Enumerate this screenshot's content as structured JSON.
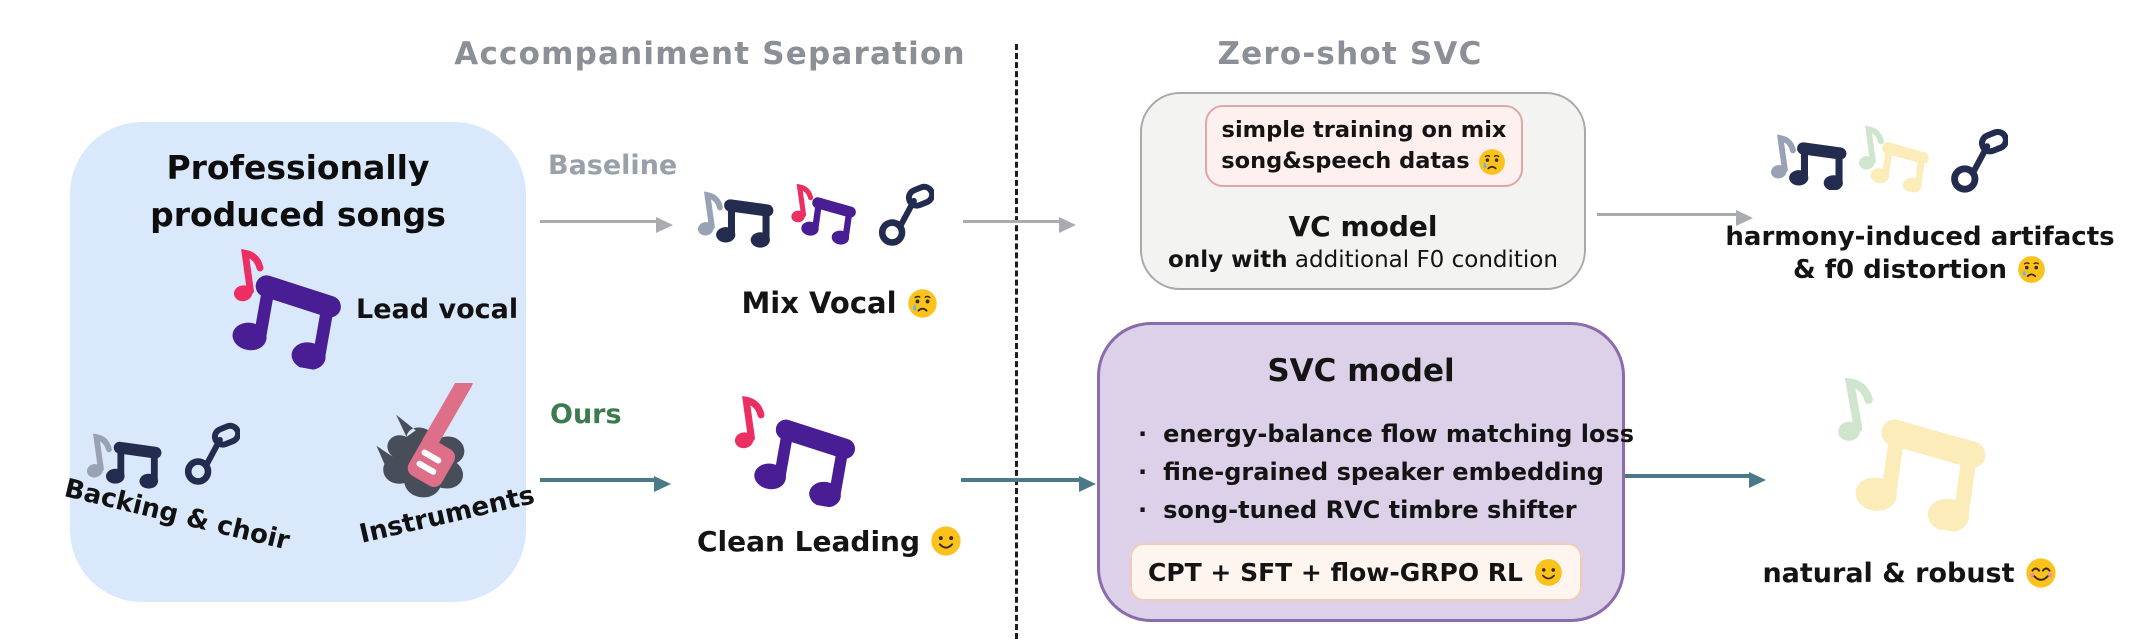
{
  "headers": {
    "accompaniment": "Accompaniment Separation",
    "zero_shot": "Zero-shot SVC"
  },
  "source_panel": {
    "title_line1": "Professionally",
    "title_line2": "produced songs",
    "lead_vocal_label": "Lead vocal",
    "backing_label": "Backing & choir",
    "instruments_label": "Instruments"
  },
  "baseline_flow": {
    "arrow_label": "Baseline",
    "result_label": "Mix Vocal",
    "result_emoji": "crying-face"
  },
  "ours_flow": {
    "arrow_label": "Ours",
    "result_label": "Clean Leading",
    "result_emoji": "slightly-smiling-face"
  },
  "vc_model_box": {
    "note_line1": "simple training on mix",
    "note_line2": "song&speech datas",
    "note_emoji": "crying-face",
    "title": "VC model",
    "subtitle_bold": "only with",
    "subtitle_rest": " additional F0 condition"
  },
  "vc_result": {
    "line1": "harmony-induced artifacts",
    "line2": "& f0 distortion",
    "emoji": "crying-face"
  },
  "svc_model_box": {
    "title": "SVC model",
    "bullets": [
      "energy-balance flow matching loss",
      "fine-grained speaker embedding",
      "song-tuned RVC timbre shifter"
    ],
    "pipeline_label": "CPT + SFT + flow-GRPO RL",
    "pipeline_emoji": "slightly-smiling-face"
  },
  "svc_result": {
    "label": "natural & robust",
    "emoji": "smiling-face-with-smiling-eyes"
  },
  "colors": {
    "panel_blue": "#d9e9fb",
    "note_purple": "#491d94",
    "note_pink": "#ed2e63",
    "note_navy": "#232c4e",
    "note_gray": "#99a2b4",
    "note_pale_yellow": "#fbecb9",
    "note_pale_green": "#cfe5cd",
    "arrow_gray": "#a8abaf",
    "arrow_teal": "#4a7a89",
    "ours_green": "#3d7a4f",
    "header_gray": "#8b8f96",
    "vc_box_bg": "#f3f3f2",
    "vc_box_border": "#a9a9a9",
    "pink_card_bg": "#fdf0ee",
    "pink_card_border": "#e2a6a6",
    "svc_box_bg": "#ddd1e9",
    "svc_box_border": "#8b6bab",
    "cream_card_bg": "#fef5ee",
    "cream_card_border": "#f3cbbb",
    "emoji_yellow": "#fcc21c"
  }
}
